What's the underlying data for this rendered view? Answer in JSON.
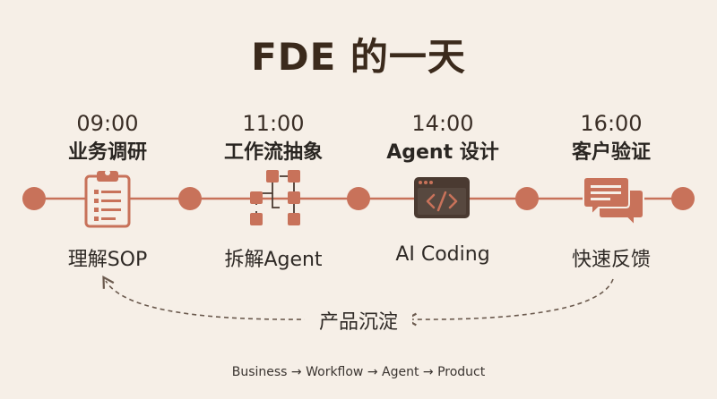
{
  "title": "FDE 的一天",
  "colors": {
    "accent": "#c8725a",
    "dark": "#4a3a31",
    "background": "#f6efe7"
  },
  "stages": [
    {
      "time": "09:00",
      "title": "业务调研",
      "task": "理解SOP",
      "icon": "clipboard-icon"
    },
    {
      "time": "11:00",
      "title": "工作流抽象",
      "task": "拆解Agent",
      "icon": "workflow-icon"
    },
    {
      "time": "14:00",
      "title": "Agent 设计",
      "task": "AI Coding",
      "icon": "code-window-icon"
    },
    {
      "time": "16:00",
      "title": "客户验证",
      "task": "快速反馈",
      "icon": "chat-bubbles-icon"
    }
  ],
  "loop_label": "产品沉淀",
  "footer": "Business → Workflow → Agent → Product"
}
